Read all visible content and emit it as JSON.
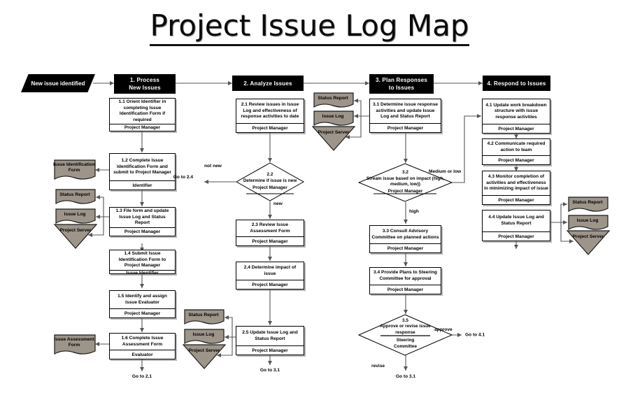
{
  "title": "Project Issue Log Map",
  "colors": {
    "phase_bar_bg": "#000000",
    "phase_bar_text": "#ffffff",
    "data_shape_fill": "#9d948a",
    "process_fill": "#ffffff",
    "line": "#555555",
    "border": "#000000"
  },
  "start_node": {
    "label": "New issue identified"
  },
  "phases": [
    {
      "id": "phase1",
      "label": "1.   Process\nNew Issues"
    },
    {
      "id": "phase2",
      "label": "2. Analyze Issues"
    },
    {
      "id": "phase3",
      "label": "3. Plan Responses\nto Issues"
    },
    {
      "id": "phase4",
      "label": "4. Respond to Issues"
    }
  ],
  "process_steps": [
    {
      "id": "s11",
      "text": "1.1 Orient Identifier in completing Issue Identification Form if required",
      "role": "Project Manager"
    },
    {
      "id": "s12",
      "text": "1.2  Complete Issue Identification Form  and submit to Project Manager",
      "role": "Identifier"
    },
    {
      "id": "s13",
      "text": "1.3  File form and update Issue Log and Status Report",
      "role": "Project Manager"
    },
    {
      "id": "s14",
      "text": "1.4 Submit Issue Identification Form to Project Manager",
      "role": "Issue Identifier"
    },
    {
      "id": "s15",
      "text": "1.5 Identify and assign Issue Evaluator",
      "role": "Project Manager"
    },
    {
      "id": "s16",
      "text": "1.6 Complete Issue Assessment Form",
      "role": "Evaluator"
    },
    {
      "id": "s21",
      "text": "2.1  Review issues in Issue Log and effectiveness of response activities to date",
      "role": "Project Manager"
    },
    {
      "id": "s23",
      "text": "2.3  Review Issue Assessment Form",
      "role": "Project Manager"
    },
    {
      "id": "s24",
      "text": "2.4  Determine impact of issue",
      "role": "Project Manager"
    },
    {
      "id": "s25",
      "text": "2.5 Update Issue Log and Status Report",
      "role": "Project Manager"
    },
    {
      "id": "s31",
      "text": "3.1 Determine issue response activities and update Issue Log and Status Report",
      "role": "Project Manager"
    },
    {
      "id": "s33",
      "text": "3.3 Consult Advisory Committee on planned actions",
      "role": "Project Manager"
    },
    {
      "id": "s34",
      "text": "3.4 Provide Plans to Steering Committee  for approval",
      "role": "Project Manager"
    },
    {
      "id": "s41",
      "text": "4.1 Update work breakdown structure with issue response activities",
      "role": "Project Manager"
    },
    {
      "id": "s42",
      "text": "4.2 Communicate required action to team",
      "role": "Project Manager"
    },
    {
      "id": "s43",
      "text": "4.3 Monitor completion of activities and effectiveness in minimizing impact of issue",
      "role": "Project Manager"
    },
    {
      "id": "s44",
      "text": "4.4 Update Issue Log and Status Report",
      "role": "Project Manager"
    }
  ],
  "decisions": [
    {
      "id": "d22",
      "num": "2.2",
      "text": "Determine if  issue is new",
      "role": "Project  Manager"
    },
    {
      "id": "d32",
      "num": "3.2",
      "text": "Stream issue based on impact (high, medium, low))",
      "role": "Project Manager"
    },
    {
      "id": "d35",
      "num": "3.5",
      "text": "Approve or revise issue response",
      "role": "Steering Committee"
    }
  ],
  "data_shapes": [
    {
      "id": "doc-iif-1",
      "label": "Issue Identification Form"
    },
    {
      "id": "doc-sr-1",
      "label": "Status Report"
    },
    {
      "id": "doc-il-1",
      "label": "Issue Log"
    },
    {
      "id": "svr-1",
      "label": "Project Server"
    },
    {
      "id": "doc-iaf-1",
      "label": "Issue Assessment Form"
    },
    {
      "id": "doc-sr-2",
      "label": "Status Report"
    },
    {
      "id": "doc-il-2",
      "label": "Issue Log"
    },
    {
      "id": "svr-2",
      "label": "Project Server"
    },
    {
      "id": "doc-sr-3",
      "label": "Status Report"
    },
    {
      "id": "doc-il-3",
      "label": "Issue Log"
    },
    {
      "id": "svr-3",
      "label": "Project Server"
    },
    {
      "id": "doc-sr-4",
      "label": "Status Report"
    },
    {
      "id": "doc-il-4",
      "label": "Issue Log"
    },
    {
      "id": "svr-4",
      "label": "Project Server"
    }
  ],
  "edge_labels": [
    {
      "id": "e-notnew",
      "text": "not new"
    },
    {
      "id": "e-new",
      "text": "new"
    },
    {
      "id": "e-goto24",
      "text": "Go to 2.4"
    },
    {
      "id": "e-goto21",
      "text": "Go to 2.1"
    },
    {
      "id": "e-goto31-a",
      "text": "Go to 3.1"
    },
    {
      "id": "e-medlow",
      "text": "Medium or low"
    },
    {
      "id": "e-high",
      "text": "high"
    },
    {
      "id": "e-approve",
      "text": "approve"
    },
    {
      "id": "e-revise",
      "text": "revise"
    },
    {
      "id": "e-goto41",
      "text": "Go to 4.1"
    },
    {
      "id": "e-goto31-b",
      "text": "Go to 3.1"
    }
  ]
}
